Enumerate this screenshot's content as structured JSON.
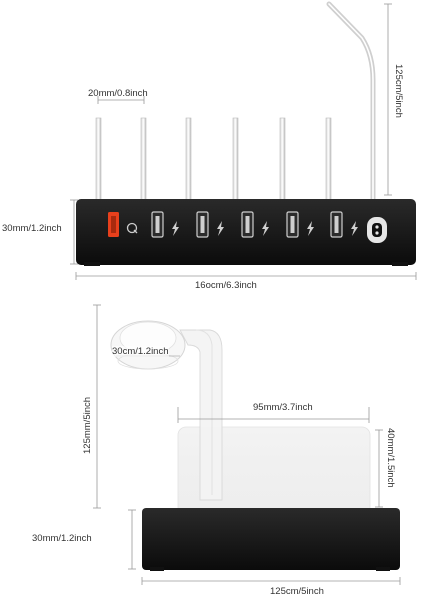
{
  "top_view": {
    "pin_gap_label": "20mm/0.8inch",
    "height_label": "30mm/1.2inch",
    "width_label": "16ocm/6.3inch",
    "holder_height_label": "125cm/5inch"
  },
  "bottom_view": {
    "holder_width_label": "30cm/1.2inch",
    "total_height_label": "125mm/5inch",
    "slot_width_label": "95mm/3.7inch",
    "slot_height_label": "40mm/1.5inch",
    "base_height_label": "30mm/1.2inch",
    "base_width_label": "125cm/5inch"
  },
  "colors": {
    "body": "#111111",
    "quick_charge_port": "#e8401c",
    "port_gray": "#cfcfcf",
    "dimension_line": "#9a9a9a"
  }
}
